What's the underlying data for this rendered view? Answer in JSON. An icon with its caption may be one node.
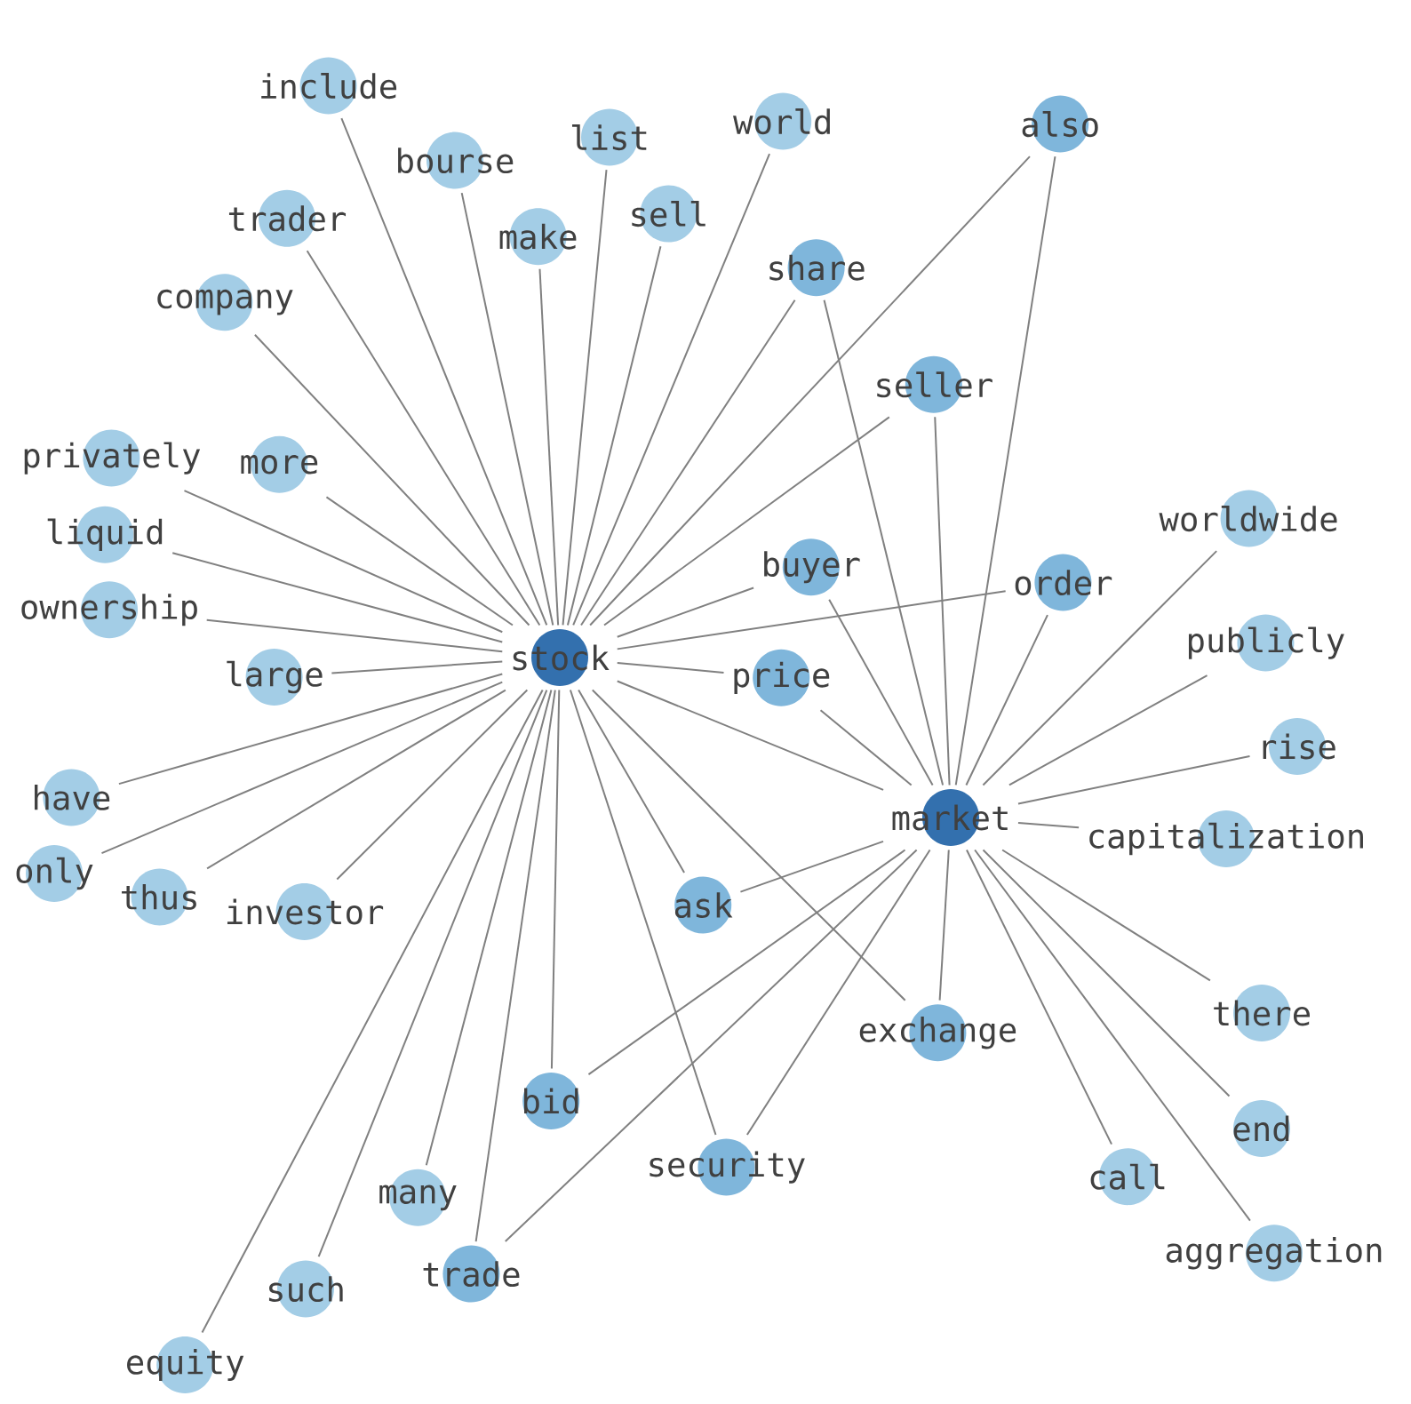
{
  "diagram": {
    "nodes": [
      {
        "text": [
          "world"
        ]
      },
      {
        "text": [
          "list"
        ]
      },
      {
        "text": [
          "include"
        ]
      },
      {
        "text": [
          "bourse"
        ]
      },
      {
        "text": [
          "sell"
        ]
      },
      {
        "text": [
          "make"
        ]
      },
      {
        "text": [
          "trader"
        ]
      },
      {
        "text": [
          "privately"
        ]
      },
      {
        "text": [
          "company"
        ]
      },
      {
        "text": [
          "also"
        ]
      },
      {
        "text": [
          "worldwide"
        ]
      },
      {
        "text": [
          "seller"
        ]
      },
      {
        "text": [
          "more"
        ]
      },
      {
        "text": [
          "liquid"
        ]
      },
      {
        "text": [
          "share"
        ]
      },
      {
        "text": [
          "order"
        ]
      },
      {
        "text": [
          "stock"
        ]
      },
      {
        "text": [
          "publicly"
        ]
      },
      {
        "text": [
          "ownership"
        ]
      },
      {
        "text": [
          "large"
        ]
      },
      {
        "text": [
          "price"
        ]
      },
      {
        "text": [
          "exchange"
        ]
      },
      {
        "text": [
          "have"
        ]
      },
      {
        "text": [
          "buyer"
        ]
      },
      {
        "text": [
          "market"
        ]
      },
      {
        "text": [
          "security"
        ]
      },
      {
        "text": [
          "rise"
        ]
      },
      {
        "text": [
          "capitalization"
        ]
      },
      {
        "text": [
          "investor"
        ]
      },
      {
        "text": [
          "trade"
        ]
      },
      {
        "text": [
          "thus"
        ]
      },
      {
        "text": [
          "only"
        ]
      },
      {
        "text": [
          "bid"
        ]
      },
      {
        "text": [
          "ask"
        ]
      },
      {
        "text": [
          "there"
        ]
      },
      {
        "text": [
          "such"
        ]
      },
      {
        "text": [
          "aggregation"
        ]
      },
      {
        "text": [
          "many"
        ]
      },
      {
        "text": [
          "equity"
        ]
      },
      {
        "text": [
          "end"
        ]
      },
      {
        "text": [
          "call"
        ]
      }
    ],
    "edges": [
      {
        "from": 16,
        "to": 0,
        "arrow": "none"
      },
      {
        "from": 16,
        "to": 1,
        "arrow": "none"
      },
      {
        "from": 16,
        "to": 2,
        "arrow": "none"
      },
      {
        "from": 16,
        "to": 3,
        "arrow": "none"
      },
      {
        "from": 16,
        "to": 4,
        "arrow": "none"
      },
      {
        "from": 16,
        "to": 5,
        "arrow": "none"
      },
      {
        "from": 16,
        "to": 6,
        "arrow": "none"
      },
      {
        "from": 16,
        "to": 7,
        "arrow": "none"
      },
      {
        "from": 16,
        "to": 8,
        "arrow": "none"
      },
      {
        "from": 16,
        "to": 9,
        "arrow": "none"
      },
      {
        "from": 16,
        "to": 11,
        "arrow": "none"
      },
      {
        "from": 16,
        "to": 12,
        "arrow": "none"
      },
      {
        "from": 16,
        "to": 13,
        "arrow": "none"
      },
      {
        "from": 16,
        "to": 14,
        "arrow": "none"
      },
      {
        "from": 16,
        "to": 15,
        "arrow": "none"
      },
      {
        "from": 16,
        "to": 18,
        "arrow": "none"
      },
      {
        "from": 16,
        "to": 19,
        "arrow": "none"
      },
      {
        "from": 16,
        "to": 20,
        "arrow": "none"
      },
      {
        "from": 16,
        "to": 21,
        "arrow": "none"
      },
      {
        "from": 16,
        "to": 22,
        "arrow": "none"
      },
      {
        "from": 16,
        "to": 23,
        "arrow": "none"
      },
      {
        "from": 16,
        "to": 24,
        "arrow": "none"
      },
      {
        "from": 16,
        "to": 25,
        "arrow": "none"
      },
      {
        "from": 16,
        "to": 28,
        "arrow": "none"
      },
      {
        "from": 16,
        "to": 29,
        "arrow": "none"
      },
      {
        "from": 16,
        "to": 30,
        "arrow": "none"
      },
      {
        "from": 16,
        "to": 31,
        "arrow": "none"
      },
      {
        "from": 16,
        "to": 32,
        "arrow": "none"
      },
      {
        "from": 16,
        "to": 33,
        "arrow": "none"
      },
      {
        "from": 16,
        "to": 35,
        "arrow": "none"
      },
      {
        "from": 16,
        "to": 37,
        "arrow": "none"
      },
      {
        "from": 16,
        "to": 38,
        "arrow": "none"
      },
      {
        "from": 24,
        "to": 9,
        "arrow": "none"
      },
      {
        "from": 24,
        "to": 10,
        "arrow": "none"
      },
      {
        "from": 24,
        "to": 11,
        "arrow": "none"
      },
      {
        "from": 24,
        "to": 14,
        "arrow": "none"
      },
      {
        "from": 24,
        "to": 15,
        "arrow": "none"
      },
      {
        "from": 24,
        "to": 17,
        "arrow": "none"
      },
      {
        "from": 24,
        "to": 20,
        "arrow": "none"
      },
      {
        "from": 24,
        "to": 21,
        "arrow": "none"
      },
      {
        "from": 24,
        "to": 23,
        "arrow": "none"
      },
      {
        "from": 24,
        "to": 25,
        "arrow": "none"
      },
      {
        "from": 24,
        "to": 26,
        "arrow": "none"
      },
      {
        "from": 24,
        "to": 27,
        "arrow": "none"
      },
      {
        "from": 24,
        "to": 29,
        "arrow": "none"
      },
      {
        "from": 24,
        "to": 32,
        "arrow": "none"
      },
      {
        "from": 24,
        "to": 33,
        "arrow": "none"
      },
      {
        "from": 24,
        "to": 34,
        "arrow": "none"
      },
      {
        "from": 24,
        "to": 36,
        "arrow": "none"
      },
      {
        "from": 24,
        "to": 39,
        "arrow": "none"
      },
      {
        "from": 24,
        "to": 40,
        "arrow": "none"
      }
    ]
  }
}
